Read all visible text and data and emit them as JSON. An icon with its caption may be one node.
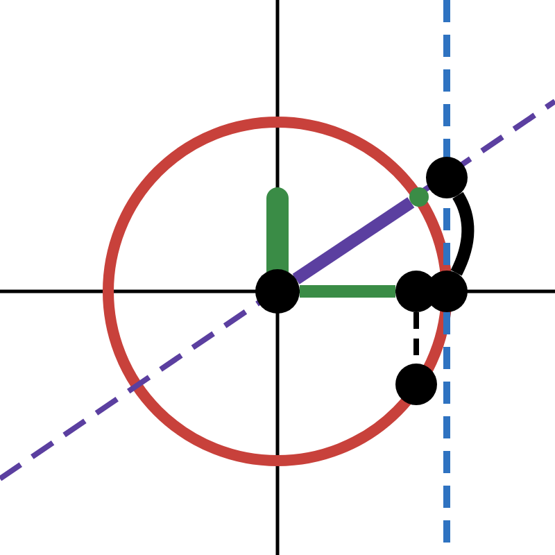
{
  "diagram": {
    "nodes": [
      {
        "text": [],
        "shape": "circle"
      },
      {
        "text": [],
        "shape": "circle"
      },
      {
        "text": [],
        "shape": "circle"
      },
      {
        "text": [],
        "shape": "circle"
      },
      {
        "text": [],
        "shape": "circle"
      },
      {
        "text": [],
        "shape": "circle"
      }
    ],
    "edges": [
      {
        "from": 0,
        "to": 1,
        "arrow": "none",
        "color": "#3a8c46"
      },
      {
        "from": 3,
        "to": 2,
        "arrow": "none"
      },
      {
        "from": 1,
        "to": 4,
        "arrow": "none",
        "style": "dashed"
      },
      {
        "from": 0,
        "to": 5,
        "arrow": "none",
        "color": "#5b3fa0"
      }
    ]
  }
}
